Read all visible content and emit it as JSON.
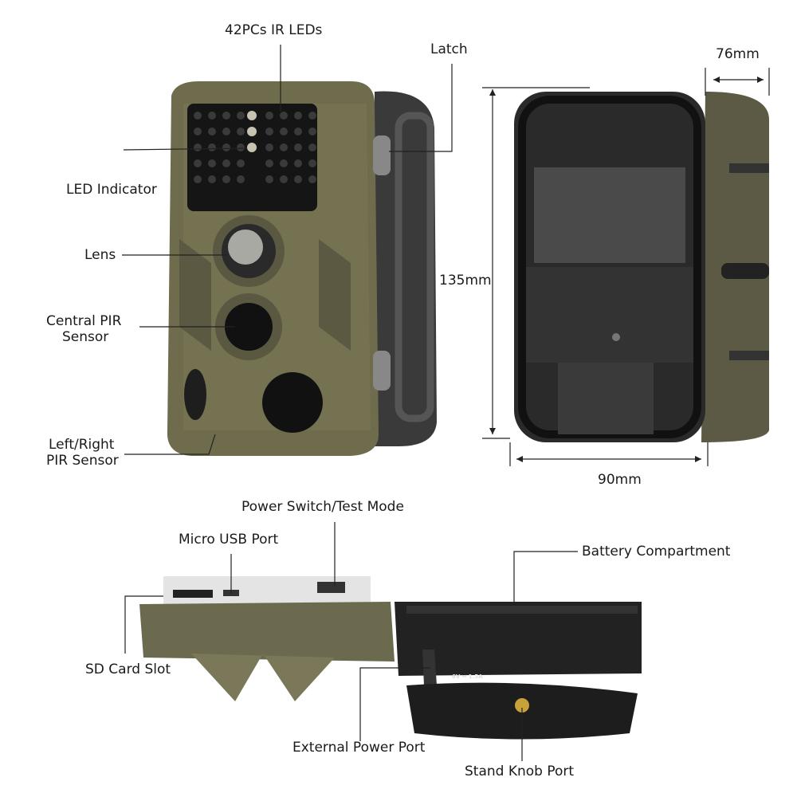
{
  "front_view": {
    "callouts": {
      "ir_leds": "42PCs IR LEDs",
      "latch": "Latch",
      "led_indicator": "LED Indicator",
      "lens": "Lens",
      "central_pir_1": "Central PIR",
      "central_pir_2": "Sensor",
      "side_pir_1": "Left/Right",
      "side_pir_2": "PIR Sensor"
    }
  },
  "back_view": {
    "dimensions": {
      "depth": "76mm",
      "height": "135mm",
      "width": "90mm"
    }
  },
  "open_view": {
    "callouts": {
      "power_switch": "Power Switch/Test Mode",
      "micro_usb": "Micro USB Port",
      "battery": "Battery Compartment",
      "sd_card": "SD Card Slot",
      "external_power": "External Power Port",
      "stand_knob": "Stand Knob Port"
    },
    "power_rating": "6V ⎓ 1.5A"
  },
  "colors": {
    "camo_base": "#6e6c4c",
    "camo_dark": "#4d4b35",
    "housing_black": "#2b2b2b",
    "label_text": "#1a1a1a"
  }
}
